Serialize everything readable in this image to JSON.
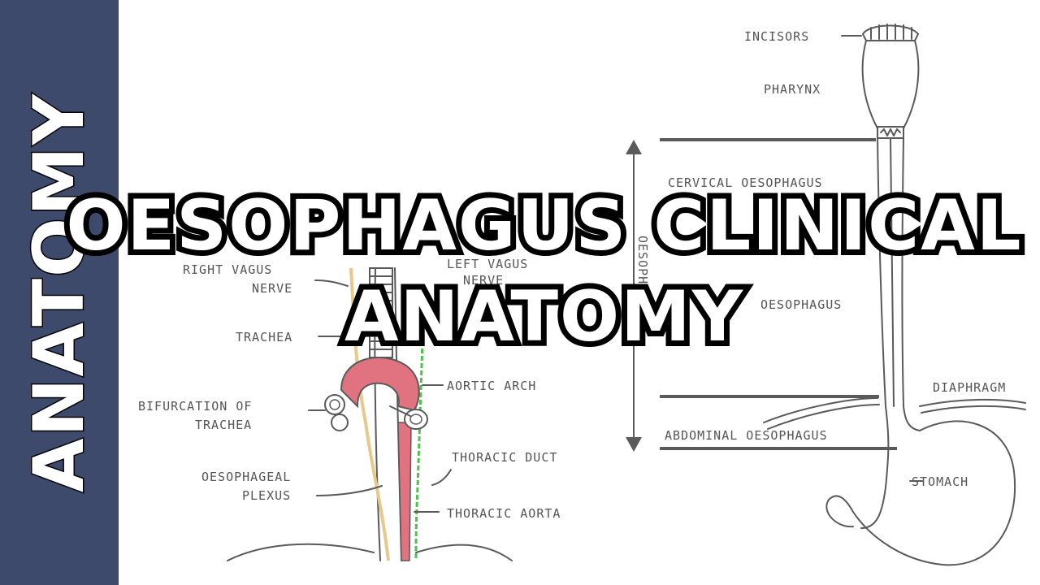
{
  "sidebar": {
    "label": "ANATOMY"
  },
  "title": {
    "line1": "OESOPHAGUS CLINICAL",
    "line2": "ANATOMY"
  },
  "labels_left": {
    "right_vagus": "RIGHT VAGUS",
    "nerve": "NERVE",
    "left_vagus": "LEFT VAGUS",
    "left_nerve": "NERVE",
    "trachea": "TRACHEA",
    "aortic_arch": "AORTIC ARCH",
    "bifurcation_1": "BIFURCATION OF",
    "bifurcation_2": "TRACHEA",
    "plexus_1": "OESOPHAGEAL",
    "plexus_2": "PLEXUS",
    "thoracic_duct": "THORACIC DUCT",
    "thoracic_aorta": "THORACIC AORTA"
  },
  "labels_right": {
    "incisors": "INCISORS",
    "pharynx": "PHARYNX",
    "cervical": "CERVICAL OESOPHAGUS",
    "thoracic": "OESOPHAGUS",
    "vertical": "OESOPHAGUS",
    "diaphragm": "DIAPHRAGM",
    "abdominal": "ABDOMINAL OESOPHAGUS",
    "stomach": "STOMACH"
  },
  "colors": {
    "sidebar": "#3d4a6b",
    "aorta": "#e0737f",
    "vagus": "#e8c98a",
    "duct": "#4cc24a"
  }
}
